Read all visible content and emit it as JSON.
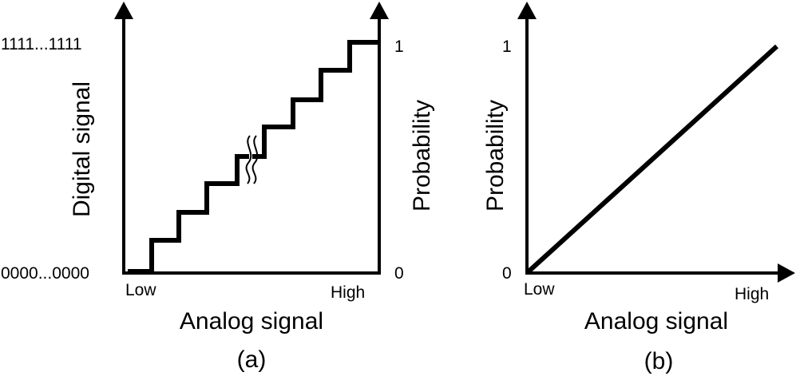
{
  "panel_a": {
    "left_axis_label": "Digital signal",
    "right_axis_label": "Probability",
    "x_axis_label": "Analog signal",
    "left_tick_top": "1111...1111",
    "left_tick_bottom": "0000...0000",
    "right_tick_top": "1",
    "right_tick_bottom": "0",
    "x_tick_left": "Low",
    "x_tick_right": "High",
    "caption": "(a)",
    "curve": "staircase"
  },
  "panel_b": {
    "y_axis_label": "Probability",
    "x_axis_label": "Analog signal",
    "y_tick_top": "1",
    "y_tick_bottom": "0",
    "x_tick_left": "Low",
    "x_tick_right": "High",
    "caption": "(b)",
    "curve": "linear"
  },
  "colors": {
    "stroke": "#000000",
    "background": "#ffffff"
  }
}
